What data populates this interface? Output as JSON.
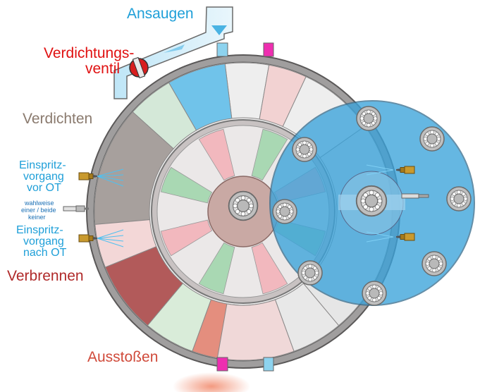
{
  "labels": {
    "intake": "Ansaugen",
    "valve_line1": "Verdichtungs-",
    "valve_line2": "ventil",
    "compress": "Verdichten",
    "inject_before_1": "Einspritz-",
    "inject_before_2": "vorgang",
    "inject_before_3": "vor OT",
    "spark_1": "wahlweise",
    "spark_2": "einer / beide",
    "spark_3": "keiner",
    "inject_after_1": "Einspritz-",
    "inject_after_2": "vorgang",
    "inject_after_3": "nach OT",
    "combust": "Verbrennen",
    "exhaust": "Ausstoßen"
  },
  "colors": {
    "intake_blue": "#1e9fd8",
    "valve_red": "#e01010",
    "compress_brown": "#8a7a6e",
    "combust_red": "#b02a2a",
    "exhaust_red": "#d04a3a",
    "disc_blue": "#3ba3db",
    "housing_gray": "#9e9c9c"
  }
}
